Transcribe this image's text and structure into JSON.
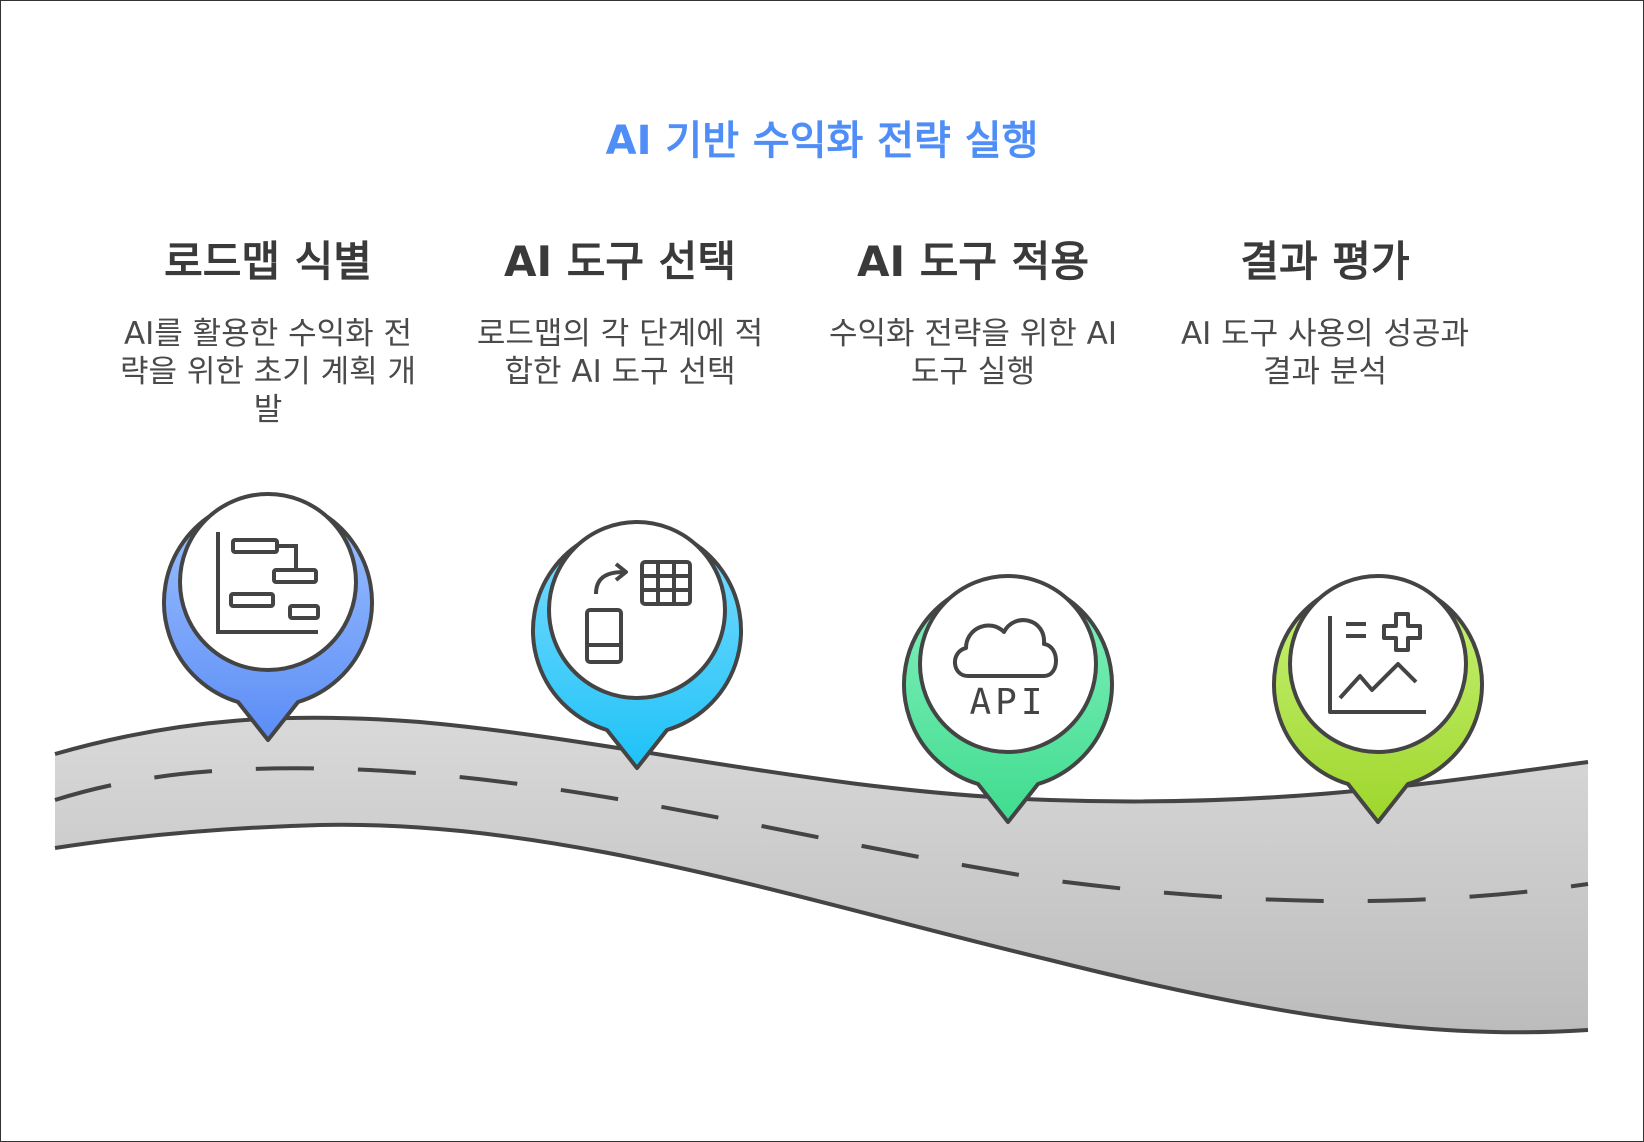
{
  "title": "AI 기반 수익화 전략 실행",
  "steps": [
    {
      "title": "로드맵 식별",
      "desc": "AI를 활용한 수익화 전략을 위한 초기 계획 개발",
      "icon": "gantt-chart-icon",
      "color_top": "#9fc2ff",
      "color_bottom": "#5b8df6"
    },
    {
      "title": "AI 도구 선택",
      "desc": "로드맵의 각 단계에 적합한 AI 도구 선택",
      "icon": "device-switch-icon",
      "color_top": "#7fdcff",
      "color_bottom": "#1dc2f7"
    },
    {
      "title": "AI 도구 적용",
      "desc": "수익화 전략을 위한 AI 도구 실행",
      "icon": "cloud-api-icon",
      "api_label": "API",
      "color_top": "#86f0bf",
      "color_bottom": "#3fdc8e"
    },
    {
      "title": "결과 평가",
      "desc": "AI 도구 사용의 성공과 결과 분석",
      "icon": "chart-plus-icon",
      "color_top": "#c9f37a",
      "color_bottom": "#9ed62a"
    }
  ]
}
